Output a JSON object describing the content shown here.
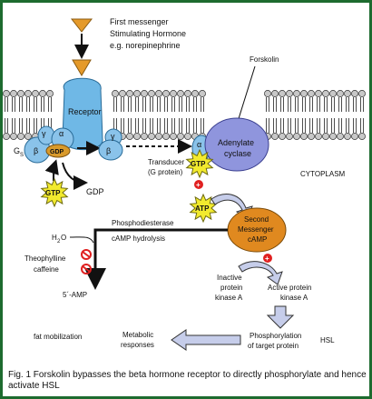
{
  "labels": {
    "first_messenger": "First messenger",
    "stimulating_hormone": "Stimulating Hormone",
    "eg": "e.g. norepinephrine",
    "forskolin": "Forskolin",
    "receptor": "Receptor",
    "gs": "G",
    "gs_sub": "S",
    "gamma": "γ",
    "alpha": "α",
    "beta": "β",
    "gdp": "GDP",
    "gtp": "GTP",
    "transducer": "Transducer",
    "g_protein": "(G protein)",
    "adenylate": "Adenylate",
    "cyclase": "cyclase",
    "cytoplasm": "CYTOPLASM",
    "atp": "ATP",
    "phosphodiesterase": "Phosphodiesterase",
    "camp_hydrolysis": "cAMP hydrolysis",
    "second": "Second",
    "messenger": "Messenger",
    "camp": "cAMP",
    "h2o": "H",
    "h2o_sub": "2",
    "h2o_o": "O",
    "theophylline": "Theophylline",
    "caffeine": "caffeine",
    "five_amp": "5´-AMP",
    "inactive": "Inactive",
    "protein": "protein",
    "kinase_a": "kinase A",
    "active_protein": "Active protein",
    "phosphorylation": "Phosphorylation",
    "of_target": "of target protein",
    "hsl": "HSL",
    "fat_mobilization": "fat mobilization",
    "metabolic": "Metabolic",
    "responses": "responses",
    "plus": "+"
  },
  "caption": "Fig. 1 Forskolin bypasses the beta hormone receptor to directly phosphorylate and hence activate HSL",
  "colors": {
    "frame": "#1d6b2f",
    "membrane_head": "#c8c8c8",
    "receptor": "#6fb8e6",
    "g_protein": "#8ac3ea",
    "adenylate_cyclase": "#8f95dd",
    "gdp": "#d99a2b",
    "messenger_triangle": "#e59a2a",
    "gtp_star": "#f2ea2e",
    "second_messenger": "#e0891f",
    "inhibit": "#e02020",
    "arrow_fill": "#c6cdea"
  }
}
